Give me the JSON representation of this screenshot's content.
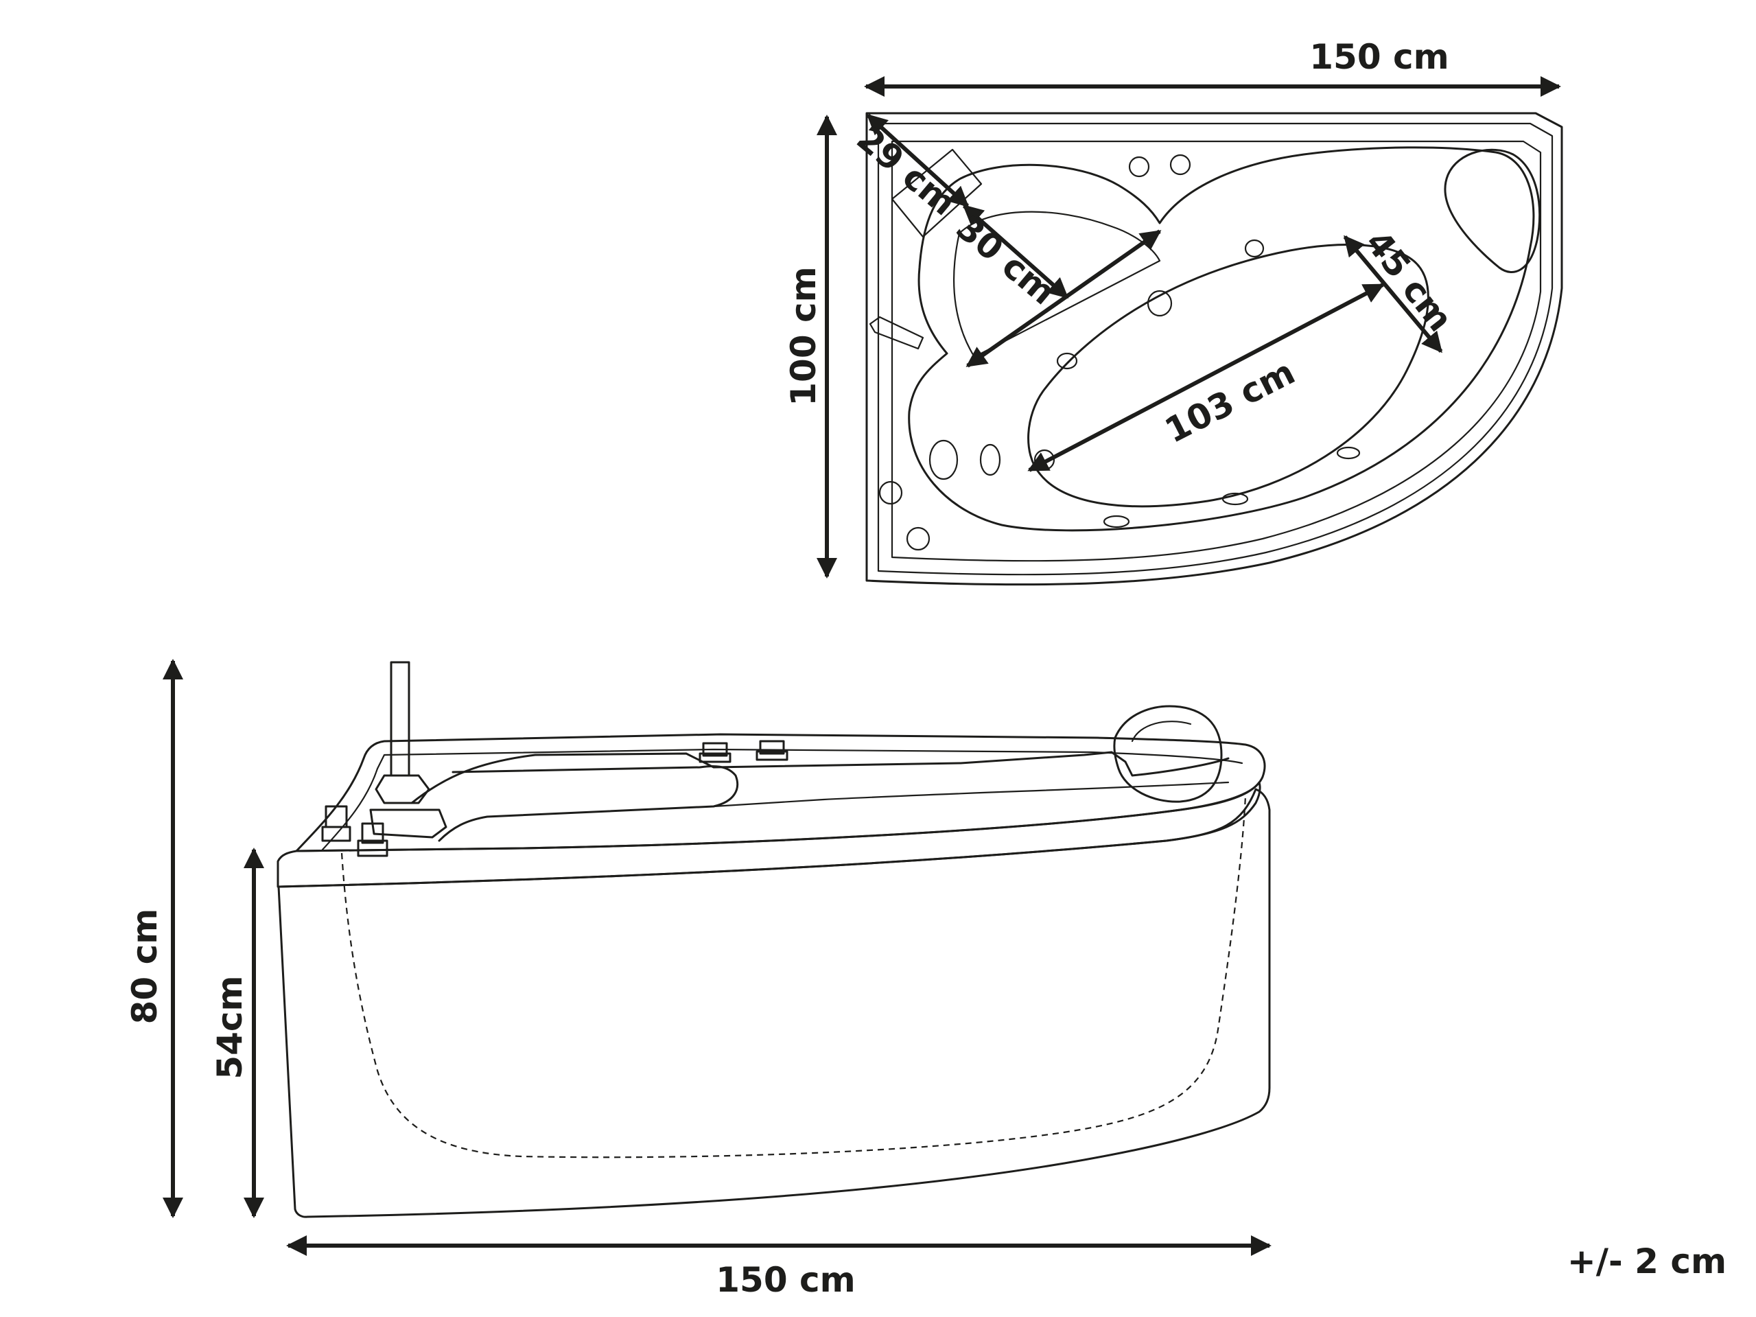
{
  "top_view": {
    "width": "150 cm",
    "depth": "100 cm",
    "dim_29": "29 cm",
    "dim_30": "30 cm",
    "dim_45": "45 cm",
    "dim_103": "103 cm"
  },
  "side_view": {
    "height_total": "80 cm",
    "height_tub": "54cm",
    "length": "150 cm"
  },
  "tolerance": "+/- 2 cm"
}
